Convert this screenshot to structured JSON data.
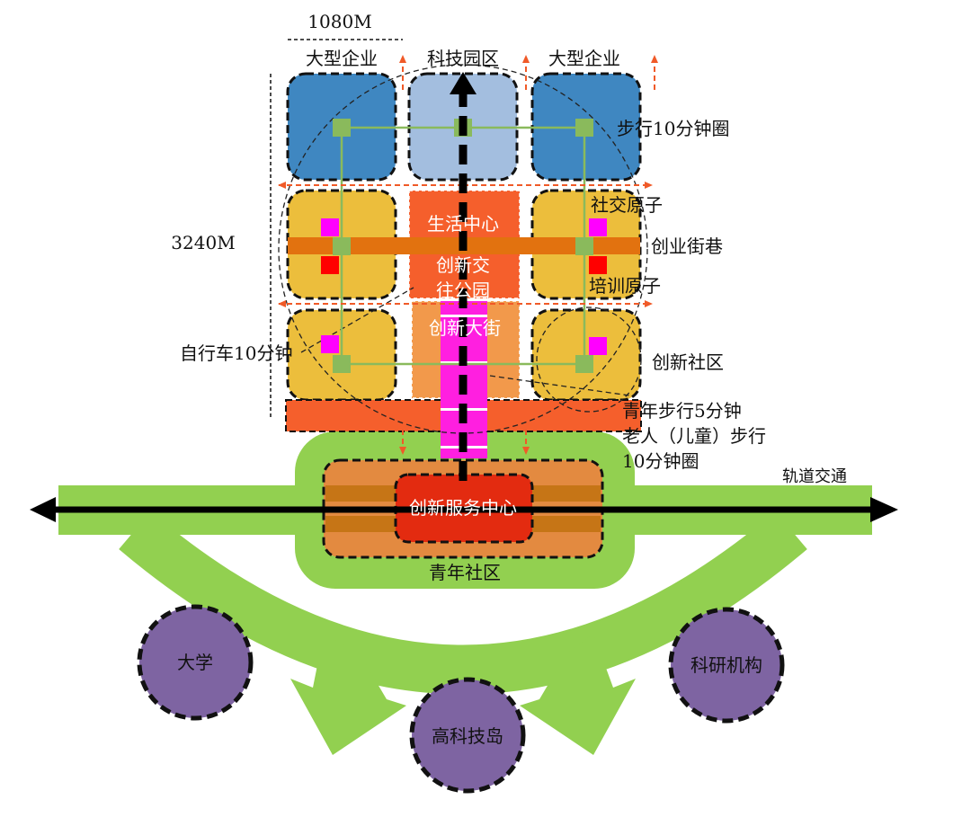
{
  "diagram": {
    "dimensions": {
      "width_label": "1080M",
      "height_label": "3240M"
    },
    "top_labels": {
      "enterprise_left": "大型企业",
      "tech_park": "科技园区",
      "enterprise_right": "大型企业"
    },
    "blocks": {
      "life_center": "生活中心",
      "innovation_park_line1": "创新交",
      "innovation_park_line2": "往公园",
      "innovation_street": "创新大街",
      "service_center": "创新服务中心",
      "youth_community": "青年社区"
    },
    "side_labels": {
      "walk_10min": "步行10分钟圈",
      "social_atom": "社交原子",
      "startup_lane": "创业街巷",
      "training_atom": "培训原子",
      "innovation_community": "创新社区",
      "bike_10min": "自行车10分钟",
      "youth_walk_5min": "青年步行5分钟",
      "elder_walk_line1": "老人（儿童）步行",
      "elder_walk_line2": "10分钟圈",
      "rail_transit": "轨道交通"
    },
    "nodes": {
      "university": "大学",
      "hitech_island": "高科技岛",
      "research_institute": "科研机构"
    },
    "colors": {
      "enterprise_blue": "#3f87c1",
      "tech_park_blue": "#a3bedf",
      "residential_yellow": "#ecbe3c",
      "life_center_orange": "#f55f2c",
      "street_orange": "#f2994b",
      "band_orange": "#e2720f",
      "service_red": "#e32b10",
      "green": "#92d050",
      "magenta": "#ff00ff",
      "purple": "#7e64a2",
      "path_green": "#8aba5c"
    }
  }
}
